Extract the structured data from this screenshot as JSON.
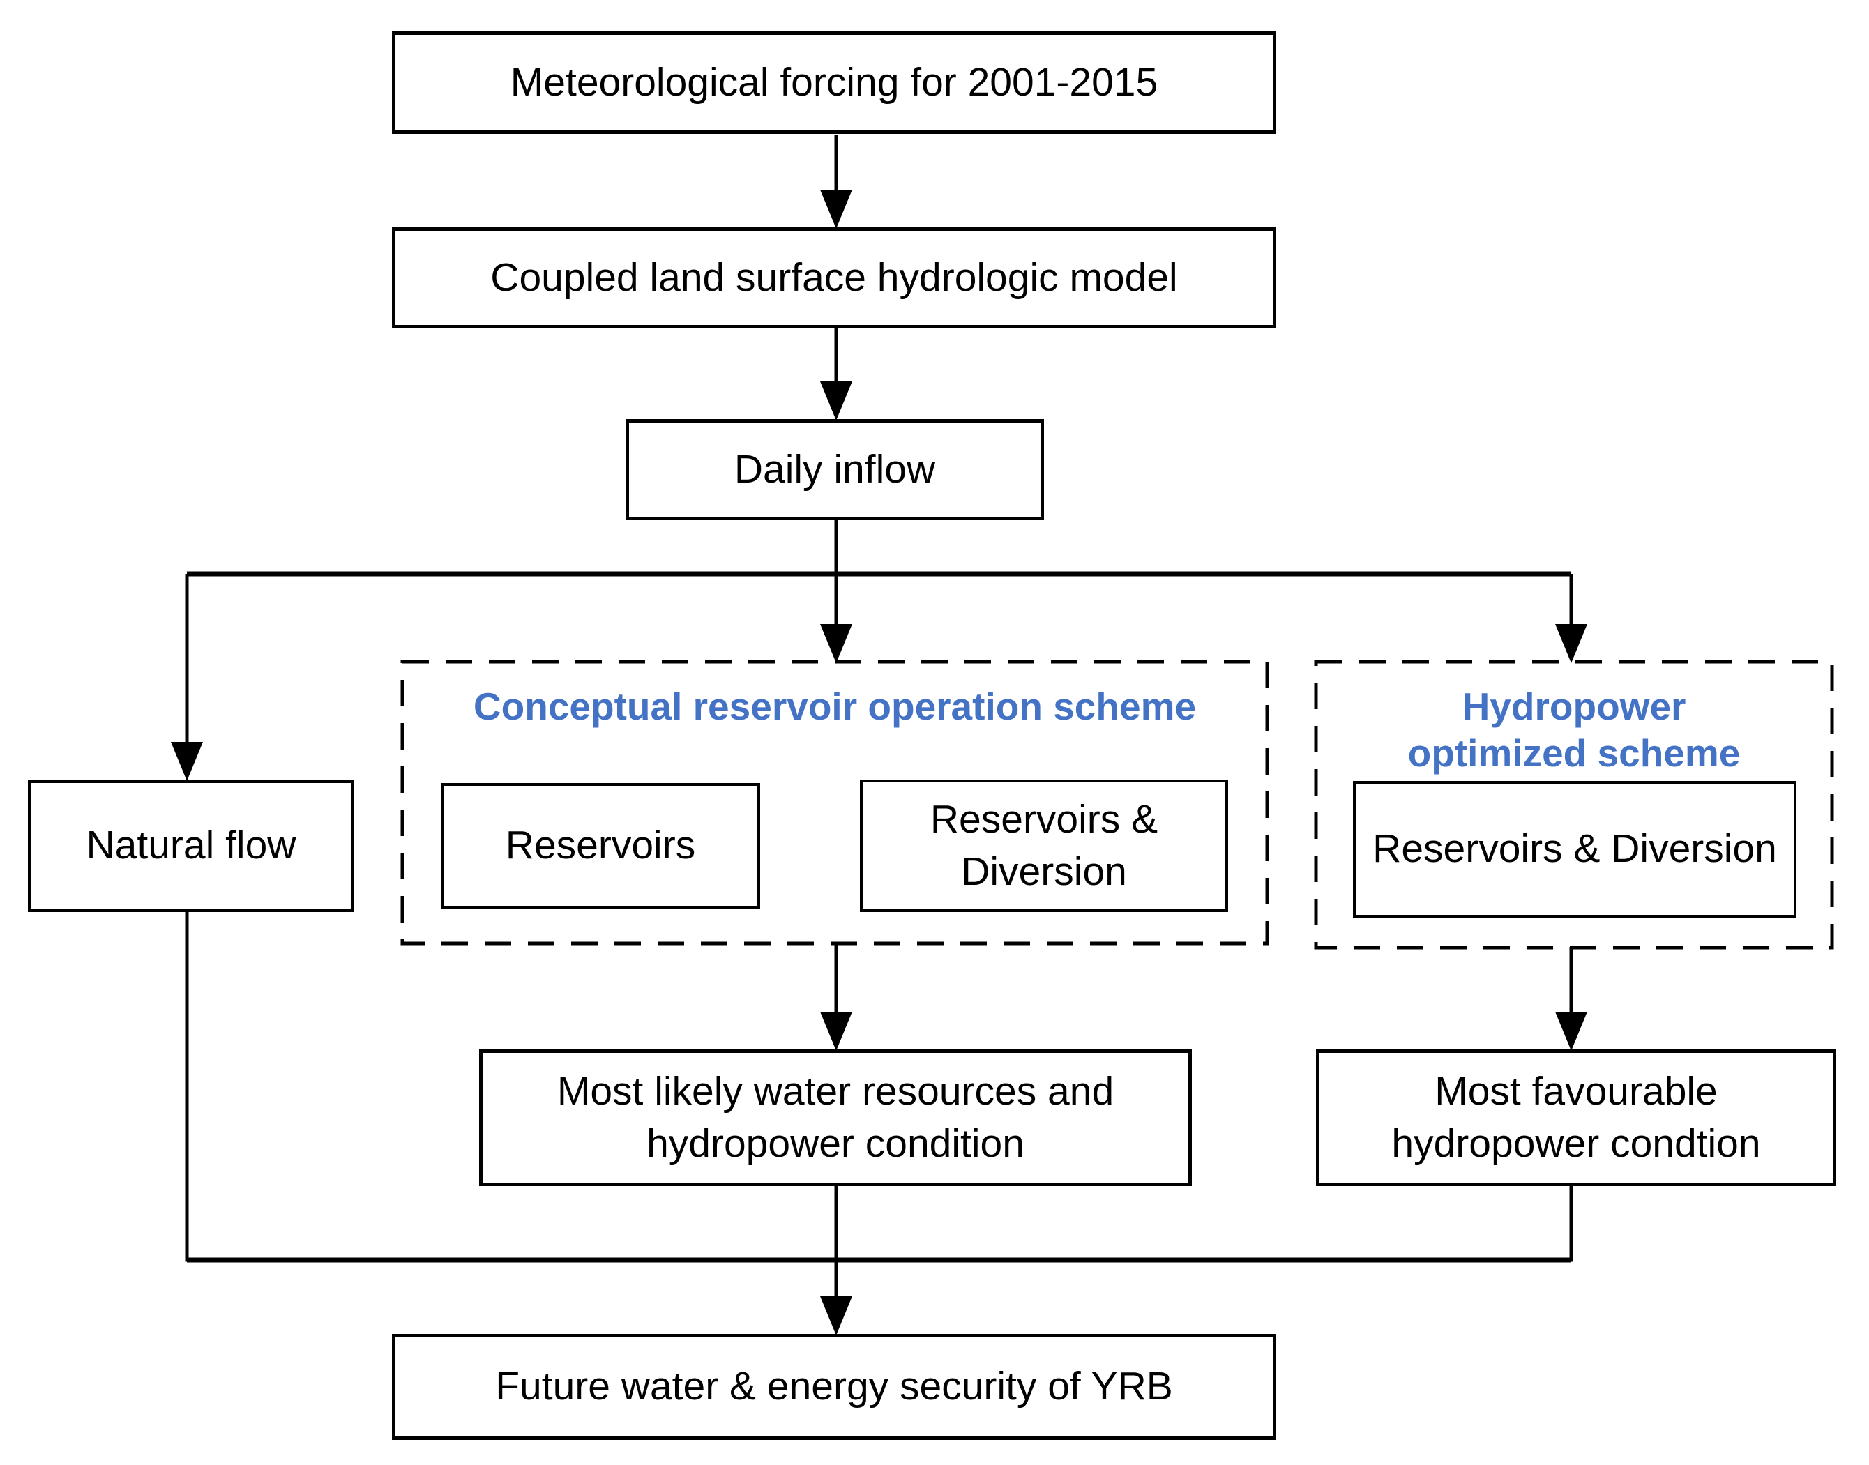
{
  "figure": {
    "accent_blue": "#4472C4",
    "line_black": "#000000",
    "nodes": {
      "met_forcing": "Meteorological forcing for 2001-2015",
      "coupled_model": "Coupled land surface hydrologic model",
      "daily_inflow": "Daily inflow",
      "natural_flow": "Natural flow",
      "most_likely": "Most likely water resources and hydropower condition",
      "most_favourable": "Most favourable hydropower condtion",
      "future_security": "Future water & energy security of YRB"
    },
    "groups": {
      "conceptual": {
        "title": "Conceptual reservoir operation scheme",
        "reservoirs": "Reservoirs",
        "reservoirs_diversion": "Reservoirs & Diversion"
      },
      "optimized": {
        "title": "Hydropower optimized scheme",
        "reservoirs_diversion": "Reservoirs & Diversion"
      }
    }
  }
}
